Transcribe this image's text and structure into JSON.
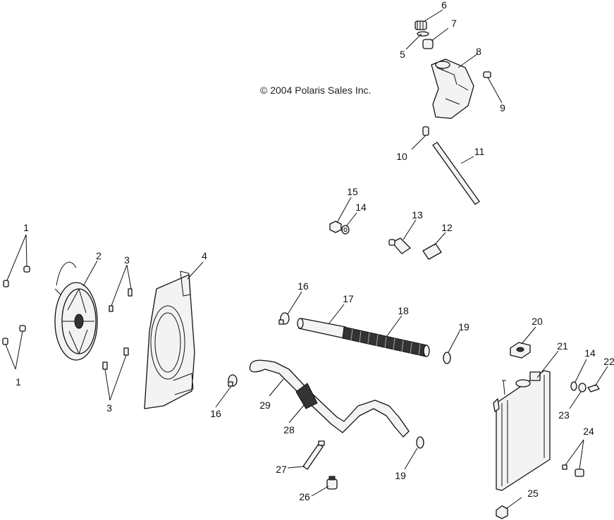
{
  "copyright": "© 2004 Polaris Sales Inc.",
  "callouts": {
    "c1a": "1",
    "c1b": "1",
    "c2": "2",
    "c3a": "3",
    "c3b": "3",
    "c4": "4",
    "c5": "5",
    "c6": "6",
    "c7": "7",
    "c8": "8",
    "c9": "9",
    "c10": "10",
    "c11": "11",
    "c12": "12",
    "c13": "13",
    "c14a": "14",
    "c14b": "14",
    "c15": "15",
    "c16a": "16",
    "c16b": "16",
    "c17": "17",
    "c18": "18",
    "c19a": "19",
    "c19b": "19",
    "c20": "20",
    "c21": "21",
    "c22": "22",
    "c23": "23",
    "c24": "24",
    "c25": "25",
    "c26": "26",
    "c27": "27",
    "c28": "28",
    "c29": "29"
  }
}
